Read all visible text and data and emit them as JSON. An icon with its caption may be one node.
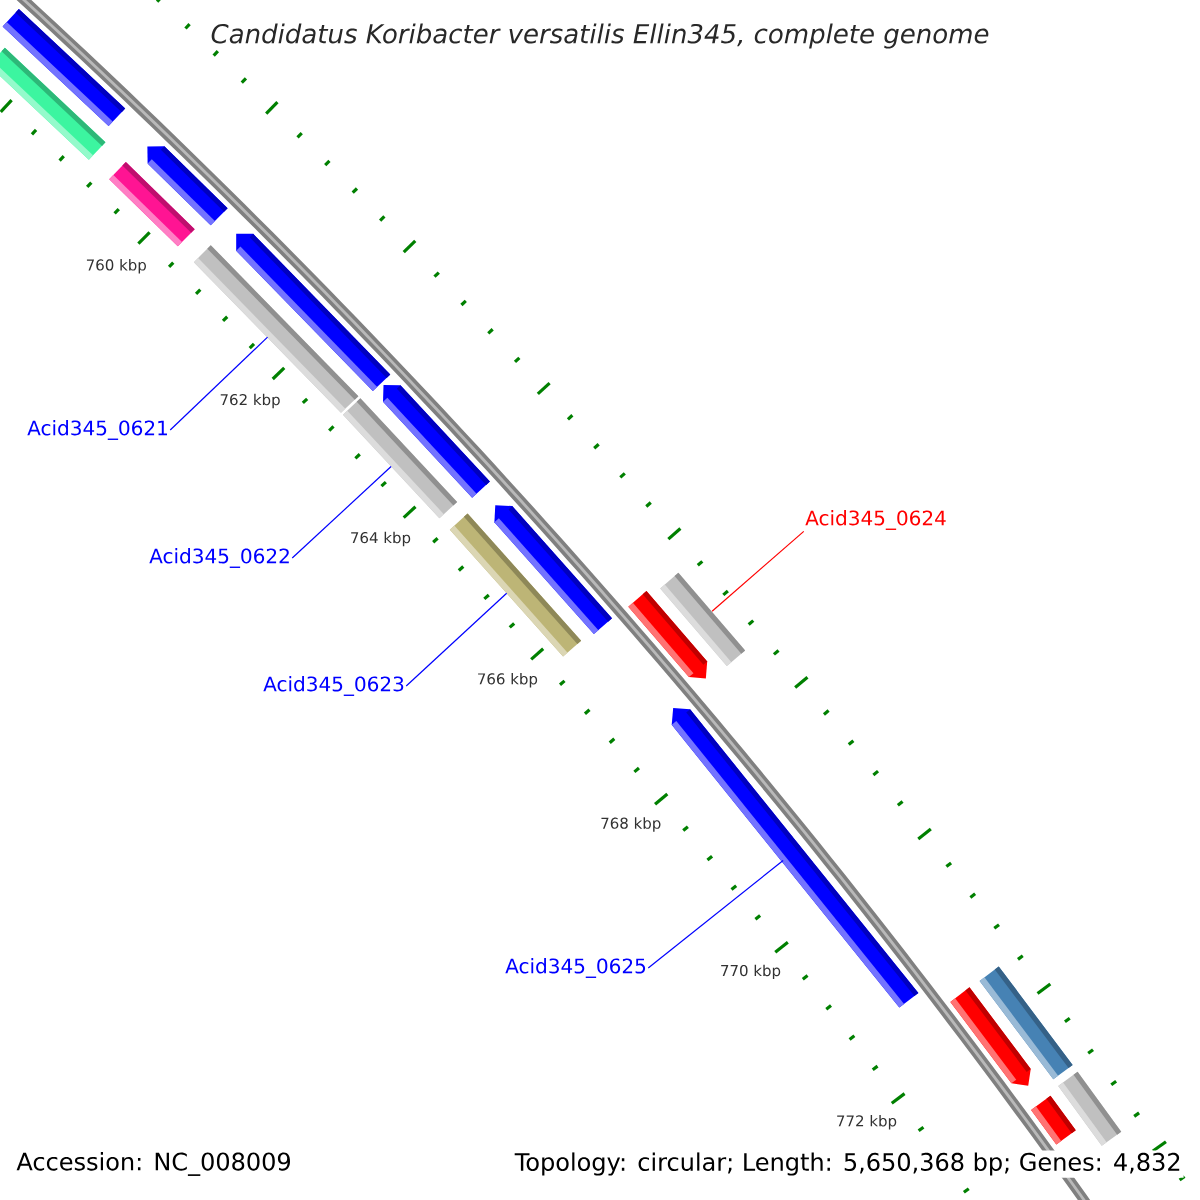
{
  "diagram": {
    "title": "Candidatus Koribacter versatilis Ellin345, complete genome",
    "nodes": [
      {
        "text": [],
        "shape": "bar"
      },
      {
        "text": [],
        "shape": "bar"
      },
      {
        "text": [],
        "shape": "bar"
      },
      {
        "text": [],
        "shape": "arrow"
      },
      {
        "text": [],
        "shape": "bar"
      },
      {
        "text": [],
        "shape": "bar"
      },
      {
        "text": [],
        "shape": "arrow"
      },
      {
        "text": [],
        "shape": "arrow"
      },
      {
        "text": [],
        "shape": "bar"
      },
      {
        "text": [],
        "shape": "arrow"
      },
      {
        "text": [],
        "shape": "arrow"
      },
      {
        "text": [],
        "shape": "bar"
      },
      {
        "text": [],
        "shape": "arrow"
      },
      {
        "text": [],
        "shape": "arrow"
      },
      {
        "text": [],
        "shape": "bar"
      },
      {
        "text": [],
        "shape": "bar"
      },
      {
        "text": [],
        "shape": "bar"
      },
      {
        "text": [
          "Acid345_0621"
        ]
      },
      {
        "text": [
          "Acid345_0622"
        ]
      },
      {
        "text": [
          "Acid345_0623"
        ]
      },
      {
        "text": [
          "Acid345_0624"
        ]
      },
      {
        "text": [
          "Acid345_0625"
        ]
      }
    ],
    "edges": [
      {
        "from": 17,
        "to": 4,
        "arrow": "none"
      },
      {
        "from": 18,
        "to": 5,
        "arrow": "none"
      },
      {
        "from": 19,
        "to": 8,
        "arrow": "none"
      },
      {
        "from": 20,
        "to": 11,
        "arrow": "none",
        "color": "#ff0000"
      },
      {
        "from": 21,
        "to": 12,
        "arrow": "none"
      }
    ],
    "labels": [
      "760 kbp",
      "762 kbp",
      "764 kbp",
      "766 kbp",
      "768 kbp",
      "770 kbp",
      "772 kbp",
      "Accession: NC_008009",
      "Topology: circular; Length: 5,650,368 bp; Genes: 4,832"
    ]
  }
}
